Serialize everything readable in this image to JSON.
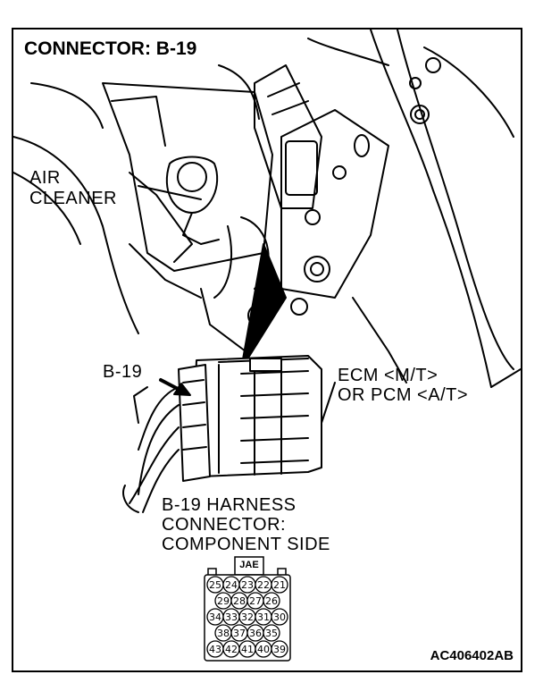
{
  "diagram": {
    "title": "CONNECTOR: B-19",
    "labels": {
      "air_cleaner": [
        "AIR",
        "CLEANER"
      ],
      "b19": "B-19",
      "ecm": [
        "ECM <M/T>",
        "OR PCM <A/T>"
      ],
      "harness": [
        "B-19 HARNESS",
        "CONNECTOR:",
        "COMPONENT SIDE"
      ]
    },
    "connector": {
      "maker": "JAE",
      "rows": [
        [
          "25",
          "24",
          "23",
          "22",
          "21"
        ],
        [
          "29",
          "28",
          "27",
          "26"
        ],
        [
          "34",
          "33",
          "32",
          "31",
          "30"
        ],
        [
          "38",
          "37",
          "36",
          "35"
        ],
        [
          "43",
          "42",
          "41",
          "40",
          "39"
        ]
      ]
    },
    "figure_code": "AC406402AB"
  }
}
